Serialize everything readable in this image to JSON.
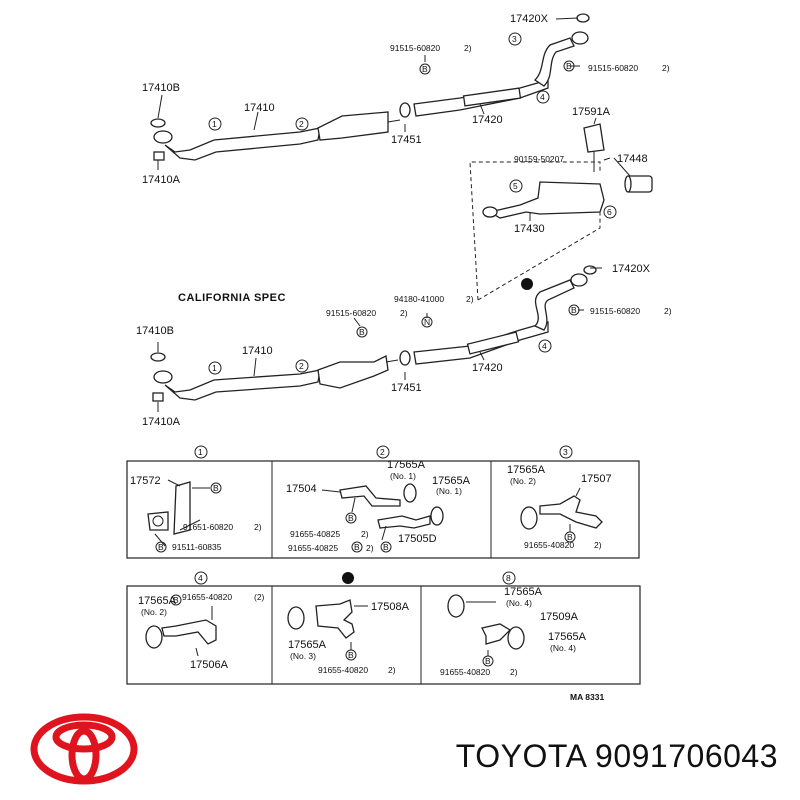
{
  "brand": {
    "name": "TOYOTA",
    "part_number": "9091706043",
    "logo_color": "#e0141e"
  },
  "top_section": {
    "labels": {
      "l17420X": "17420X",
      "l91515a": "91515-60820",
      "l91515a_q": "2)",
      "l91515b": "91515-60820",
      "l91515b_q": "2)",
      "l17410B": "17410B",
      "l17410": "17410",
      "l17451": "17451",
      "l17420": "17420",
      "l17591A": "17591A",
      "l90159": "90159-50207",
      "l17448": "17448",
      "l17430": "17430",
      "l17410A": "17410A"
    }
  },
  "california_section": {
    "title": "CALIFORNIA SPEC",
    "labels": {
      "l91515a": "91515-60820",
      "l91515a_q": "2)",
      "l94180": "94180-41000",
      "l94180_q": "2)",
      "l17420X": "17420X",
      "l91515b": "91515-60820",
      "l91515b_q": "2)",
      "l17410B": "17410B",
      "l17410": "17410",
      "l17451": "17451",
      "l17420": "17420",
      "l17410A": "17410A"
    }
  },
  "detail_boxes": {
    "box1": {
      "a": "17572",
      "b": "91651-60820",
      "b_q": "2)",
      "c": "91511-60835"
    },
    "box2": {
      "a": "17565A",
      "a_sub": "(No. 1)",
      "b": "17565A",
      "b_sub": "(No. 1)",
      "c": "17504",
      "d": "91655-40825",
      "d_q": "2)",
      "e": "91655-40825",
      "e_q": "2)",
      "f": "17505D"
    },
    "box3": {
      "a": "17565A",
      "a_sub": "(No. 2)",
      "b": "17507",
      "c": "91655-40820",
      "c_q": "2)"
    },
    "box4": {
      "a": "17565A",
      "a_sub": "(No. 2)",
      "b": "91655-40820",
      "b_q": "(2)",
      "c": "17506A"
    },
    "box5": {
      "a": "17508A",
      "b": "17565A",
      "b_sub": "(No. 3)",
      "c": "91655-40820",
      "c_q": "2)"
    },
    "box6": {
      "a": "17565A",
      "a_sub": "(No. 4)",
      "b": "17509A",
      "c": "17565A",
      "c_sub": "(No. 4)",
      "d": "91655-40820",
      "d_q": "2)"
    }
  },
  "callouts": {
    "c1": "1",
    "c2": "2",
    "c3": "3",
    "c4": "4",
    "c5": "5",
    "c6": "6",
    "c8": "8",
    "B": "B",
    "N": "N"
  },
  "diagram_code": "MA 8331"
}
